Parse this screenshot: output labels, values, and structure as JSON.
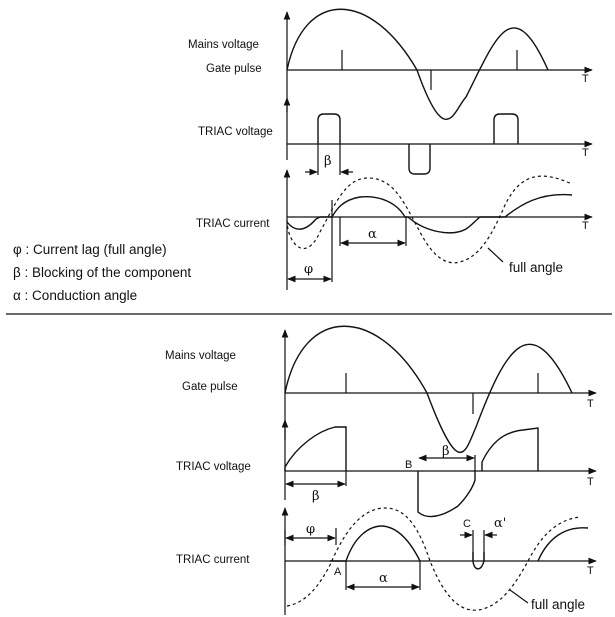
{
  "colors": {
    "line": "#111111",
    "background": "#ffffff"
  },
  "top": {
    "mains_voltage": "Mains voltage",
    "gate_pulse": "Gate pulse",
    "triac_voltage": "TRIAC voltage",
    "triac_current": "TRIAC current",
    "axis_t": "T",
    "beta": "β",
    "alpha": "α",
    "phi": "φ",
    "full_angle": "full angle"
  },
  "legend": {
    "phi": "φ : Current lag (full angle)",
    "beta": "β : Blocking of the component",
    "alpha": "α : Conduction angle"
  },
  "bottom": {
    "mains_voltage": "Mains voltage",
    "gate_pulse": "Gate pulse",
    "triac_voltage": "TRIAC voltage",
    "triac_current": "TRIAC current",
    "axis_t": "T",
    "beta_1": "β",
    "beta_2": "β",
    "phi": "φ",
    "alpha": "α",
    "alpha_prime": "α'",
    "point_a": "A",
    "point_b": "B",
    "point_c": "C",
    "full_angle": "full angle"
  }
}
